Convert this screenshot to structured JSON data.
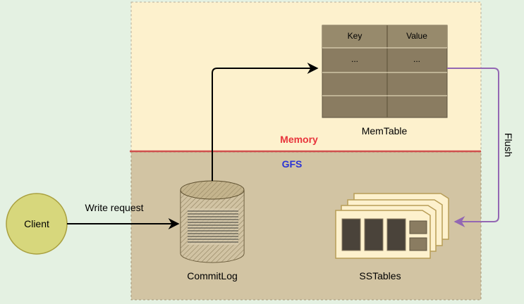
{
  "regions": {
    "memory": {
      "label": "Memory",
      "color": "#e8343c",
      "fill": "#fdf1cd"
    },
    "gfs": {
      "label": "GFS",
      "color": "#2b34d6",
      "fill": "#d2c4a3"
    }
  },
  "memtable": {
    "label": "MemTable",
    "columns": [
      "Key",
      "Value"
    ],
    "rows": [
      [
        "...",
        "..."
      ],
      [
        "",
        ""
      ],
      [
        "",
        ""
      ]
    ]
  },
  "client": {
    "label": "Client"
  },
  "commitlog": {
    "label": "CommitLog"
  },
  "sstables": {
    "label": "SSTables"
  },
  "edges": {
    "write_request": "Write request",
    "flush": "Flush"
  },
  "colors": {
    "flush_arrow": "#9367b3",
    "client_fill": "#d7d77c",
    "table_fill": "#8a7c61"
  }
}
